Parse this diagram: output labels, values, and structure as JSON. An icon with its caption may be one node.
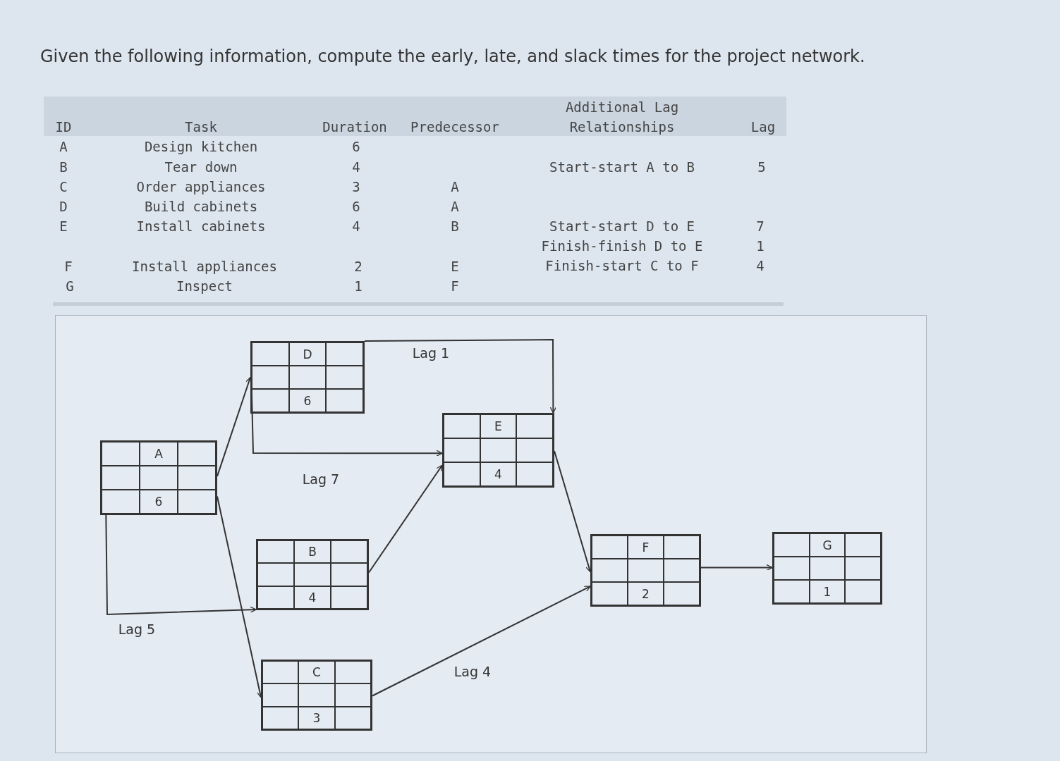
{
  "diagram": {
    "title": "Given the following information, compute the early, late, and slack times for the project network.",
    "nodes": [
      {
        "text": [
          "D",
          "6"
        ]
      },
      {
        "text": [
          "E",
          "4"
        ]
      },
      {
        "text": [
          "A",
          "6"
        ]
      },
      {
        "text": [
          "B",
          "4"
        ]
      },
      {
        "text": [
          "F",
          "2"
        ]
      },
      {
        "text": [
          "G",
          "1"
        ]
      },
      {
        "text": [
          "C",
          "3"
        ]
      }
    ],
    "edges": [
      {
        "from": 2,
        "to": 0,
        "arrow": "to"
      },
      {
        "from": 2,
        "to": 3,
        "arrow": "to",
        "label": "Lag 5"
      },
      {
        "from": 2,
        "to": 6,
        "arrow": "to"
      },
      {
        "from": 0,
        "to": 1,
        "arrow": "to",
        "label": "Lag 1"
      },
      {
        "from": 0,
        "to": 1,
        "arrow": "to",
        "label": "Lag 7"
      },
      {
        "from": 3,
        "to": 1,
        "arrow": "to"
      },
      {
        "from": 1,
        "to": 4,
        "arrow": "to"
      },
      {
        "from": 6,
        "to": 4,
        "arrow": "to",
        "label": "Lag 4"
      },
      {
        "from": 4,
        "to": 5,
        "arrow": "to"
      }
    ],
    "labels": [
      "ID",
      "Task",
      "Duration",
      "Predecessor",
      "Additional Lag Relationships",
      "Lag",
      "A",
      "Design kitchen",
      "6",
      "B",
      "Tear down",
      "4",
      "Start-start A to B",
      "5",
      "C",
      "Order appliances",
      "3",
      "A",
      "D",
      "Build cabinets",
      "6",
      "A",
      "E",
      "Install cabinets",
      "4",
      "B",
      "Start-start D to E",
      "7",
      "Finish-finish D to E",
      "1",
      "F",
      "Install appliances",
      "2",
      "E",
      "Finish-start C to F",
      "4",
      "G",
      "Inspect",
      "1",
      "F"
    ]
  }
}
